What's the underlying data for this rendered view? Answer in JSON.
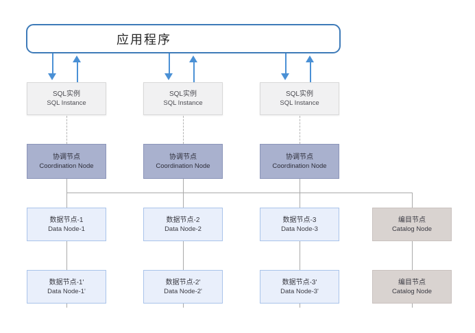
{
  "diagram": {
    "application": {
      "label": "应用程序"
    },
    "sql_instances": [
      {
        "title": "SQL实例",
        "subtitle": "SQL Instance"
      },
      {
        "title": "SQL实例",
        "subtitle": "SQL Instance"
      },
      {
        "title": "SQL实例",
        "subtitle": "SQL Instance"
      }
    ],
    "coordination_nodes": [
      {
        "title": "协调节点",
        "subtitle": "Coordination Node"
      },
      {
        "title": "协调节点",
        "subtitle": "Coordination Node"
      },
      {
        "title": "协调节点",
        "subtitle": "Coordination Node"
      }
    ],
    "data_nodes_row1": [
      {
        "title": "数据节点-1",
        "subtitle": "Data Node-1"
      },
      {
        "title": "数据节点-2",
        "subtitle": "Data Node-2"
      },
      {
        "title": "数据节点-3",
        "subtitle": "Data Node-3"
      }
    ],
    "data_nodes_row2": [
      {
        "title": "数据节点-1'",
        "subtitle": "Data Node-1'"
      },
      {
        "title": "数据节点-2'",
        "subtitle": "Data Node-2'"
      },
      {
        "title": "数据节点-3'",
        "subtitle": "Data Node-3'"
      }
    ],
    "catalog_nodes": [
      {
        "title": "编目节点",
        "subtitle": "Catalog Node"
      },
      {
        "title": "编目节点",
        "subtitle": "Catalog Node"
      }
    ],
    "colors": {
      "app_border": "#3d7ab8",
      "arrow": "#4a90d5",
      "sql_fill": "#f1f1f2",
      "sql_border": "#d8d8d8",
      "coord_fill": "#a9b1ce",
      "coord_border": "#8a94b8",
      "data_fill": "#e9effb",
      "data_border": "#a9c3ea",
      "catalog_fill": "#d9d3d0",
      "catalog_border": "#c9c1be",
      "connector": "#a9a9a9"
    }
  }
}
